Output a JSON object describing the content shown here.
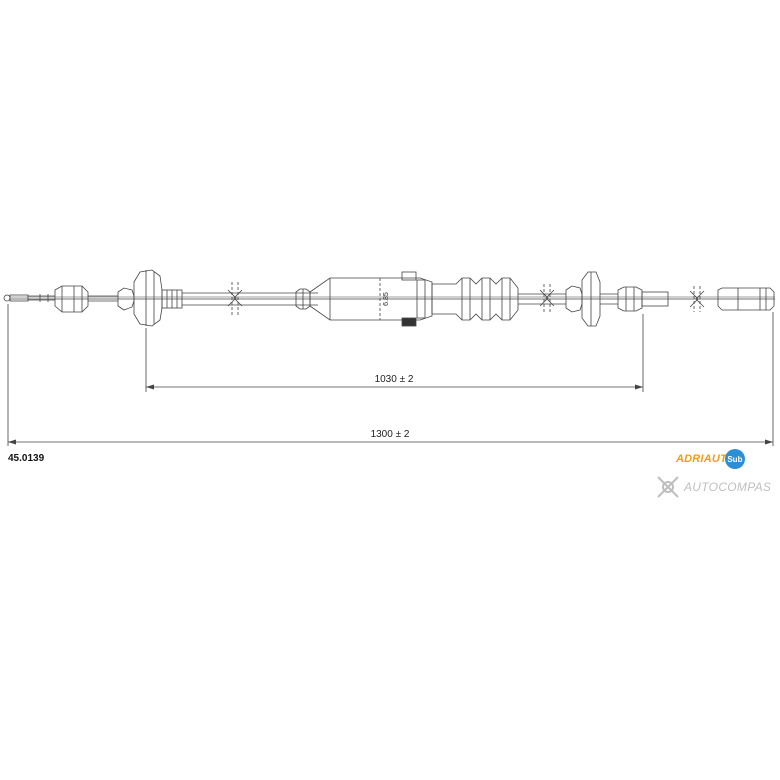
{
  "diagram": {
    "dimension_inner": "1030 ± 2",
    "dimension_overall": "1300 ± 2",
    "housing_mark": "6.85",
    "part_number": "45.0139"
  },
  "logos": {
    "brand_word": "ADRIAUT",
    "brand_badge": "Sub",
    "brand_color": "#f39c12",
    "badge_color": "#2a8fd6",
    "watermark_text": "AUTOCOMPAS"
  }
}
